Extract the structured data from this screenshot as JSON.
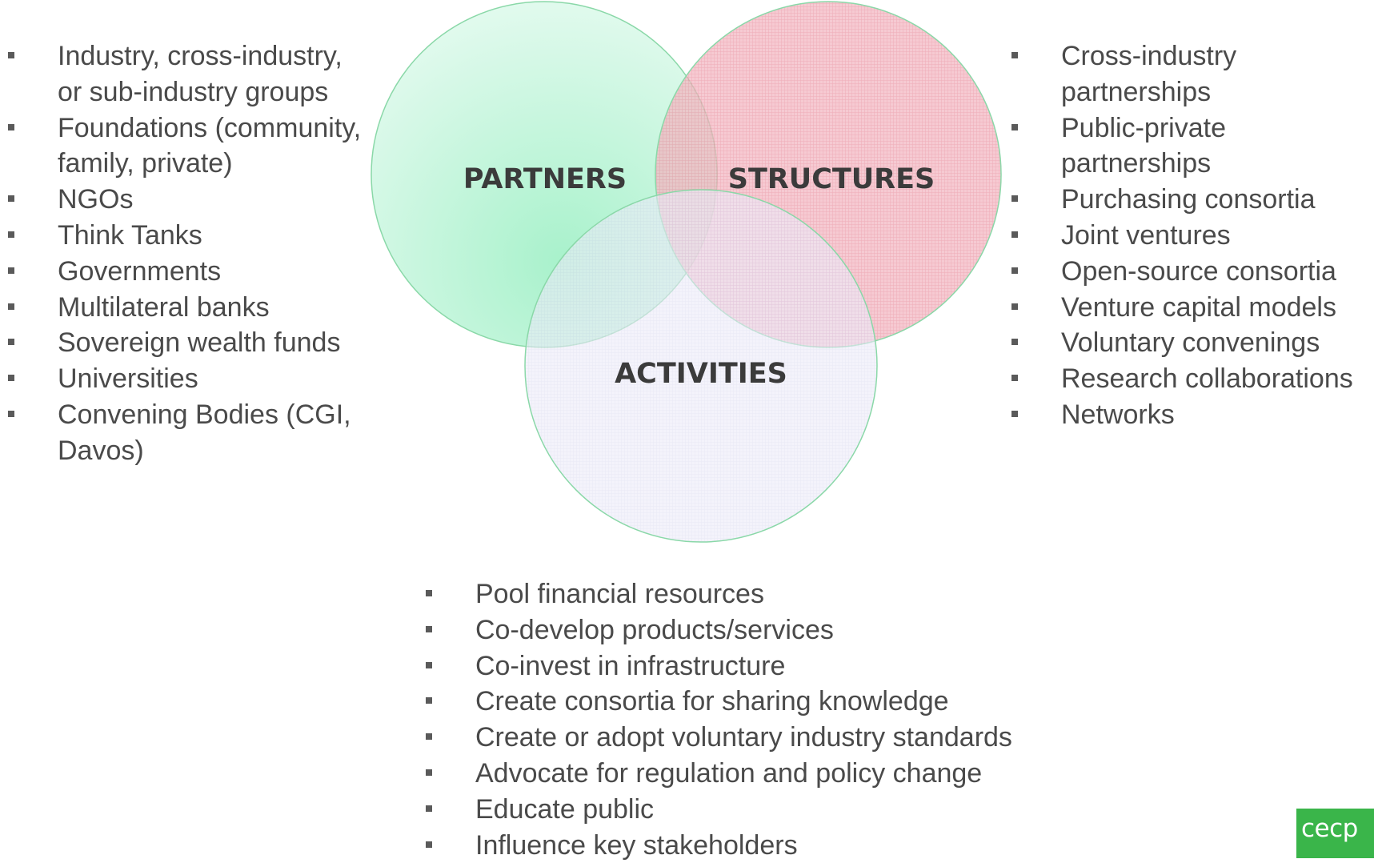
{
  "venn": {
    "partners_label": "PARTNERS",
    "structures_label": "STRUCTURES",
    "activities_label": "ACTIVITIES",
    "colors": {
      "partners": "#a8f2cc",
      "structures": "#ef9aa9",
      "activities": "#e4e3f7",
      "outline": "#8ad8a8"
    }
  },
  "partners_list": [
    "Industry, cross-industry, or sub-industry groups",
    "Foundations (community, family, private)",
    "NGOs",
    "Think Tanks",
    "Governments",
    "Multilateral banks",
    "Sovereign wealth funds",
    "Universities",
    "Convening Bodies (CGI, Davos)"
  ],
  "structures_list": [
    "Cross-industry partnerships",
    "Public-private partnerships",
    "Purchasing consortia",
    "Joint ventures",
    "Open-source consortia",
    "Venture capital models",
    "Voluntary convenings",
    "Research collaborations",
    "Networks"
  ],
  "activities_list": [
    "Pool financial resources",
    "Co-develop products/services",
    "Co-invest in infrastructure",
    "Create consortia for sharing knowledge",
    "Create or adopt voluntary industry standards",
    "Advocate for regulation and policy change",
    "Educate public",
    "Influence key stakeholders"
  ],
  "logo": {
    "text": "cecp",
    "color": "#3ab54a"
  }
}
